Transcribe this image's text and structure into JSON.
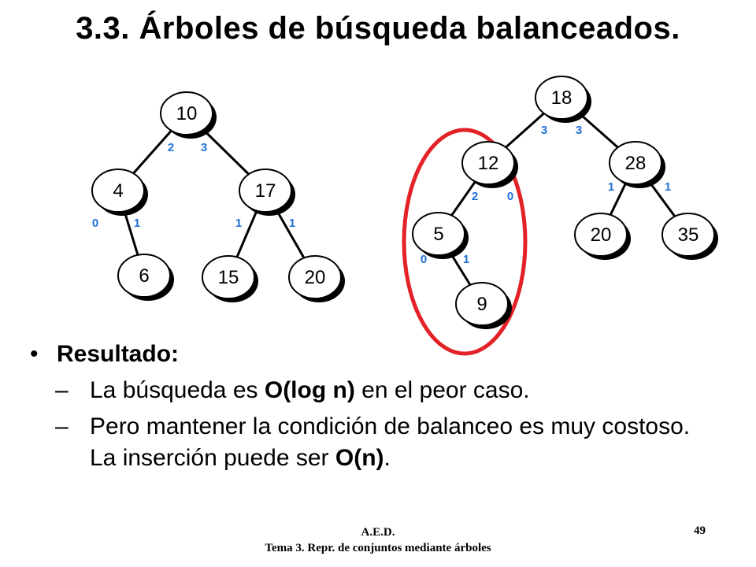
{
  "slide": {
    "title": "3.3. Árboles de búsqueda balanceados.",
    "bullet_heading": "Resultado:",
    "sub1": {
      "pre": "La búsqueda es ",
      "bold": "O(log n)",
      "post": " en el peor caso."
    },
    "sub2": {
      "pre": "Pero mantener la condición de balanceo es muy costoso. La inserción puede ser ",
      "bold": "O(n)",
      "post": "."
    },
    "footer_line1": "A.E.D.",
    "footer_line2": "Tema 3. Repr. de conjuntos mediante árboles",
    "page_number": "49"
  },
  "colors": {
    "node_fill": "#ffffff",
    "shadow": "#000000",
    "balance_label": "#1f6fd6",
    "highlight": "#e32228"
  },
  "trees": {
    "left": {
      "nodes": [
        {
          "id": "n10",
          "label": "10"
        },
        {
          "id": "n4",
          "label": "4"
        },
        {
          "id": "n17",
          "label": "17"
        },
        {
          "id": "n6",
          "label": "6"
        },
        {
          "id": "n15",
          "label": "15"
        },
        {
          "id": "n20",
          "label": "20"
        }
      ],
      "balance_labels": [
        {
          "id": "b10l",
          "text": "2"
        },
        {
          "id": "b10r",
          "text": "3"
        },
        {
          "id": "b4l",
          "text": "0"
        },
        {
          "id": "b4r",
          "text": "1"
        },
        {
          "id": "b17l",
          "text": "1"
        },
        {
          "id": "b17r",
          "text": "1"
        }
      ]
    },
    "right": {
      "nodes": [
        {
          "id": "n18",
          "label": "18"
        },
        {
          "id": "n12",
          "label": "12"
        },
        {
          "id": "n28",
          "label": "28"
        },
        {
          "id": "n5",
          "label": "5"
        },
        {
          "id": "n20b",
          "label": "20"
        },
        {
          "id": "n35",
          "label": "35"
        },
        {
          "id": "n9",
          "label": "9"
        }
      ],
      "balance_labels": [
        {
          "id": "b18l",
          "text": "3"
        },
        {
          "id": "b18r",
          "text": "3"
        },
        {
          "id": "b12l",
          "text": "2"
        },
        {
          "id": "b12r",
          "text": "0"
        },
        {
          "id": "b28l",
          "text": "1"
        },
        {
          "id": "b28r",
          "text": "1"
        },
        {
          "id": "b5l",
          "text": "0"
        },
        {
          "id": "b5r",
          "text": "1"
        }
      ]
    }
  }
}
